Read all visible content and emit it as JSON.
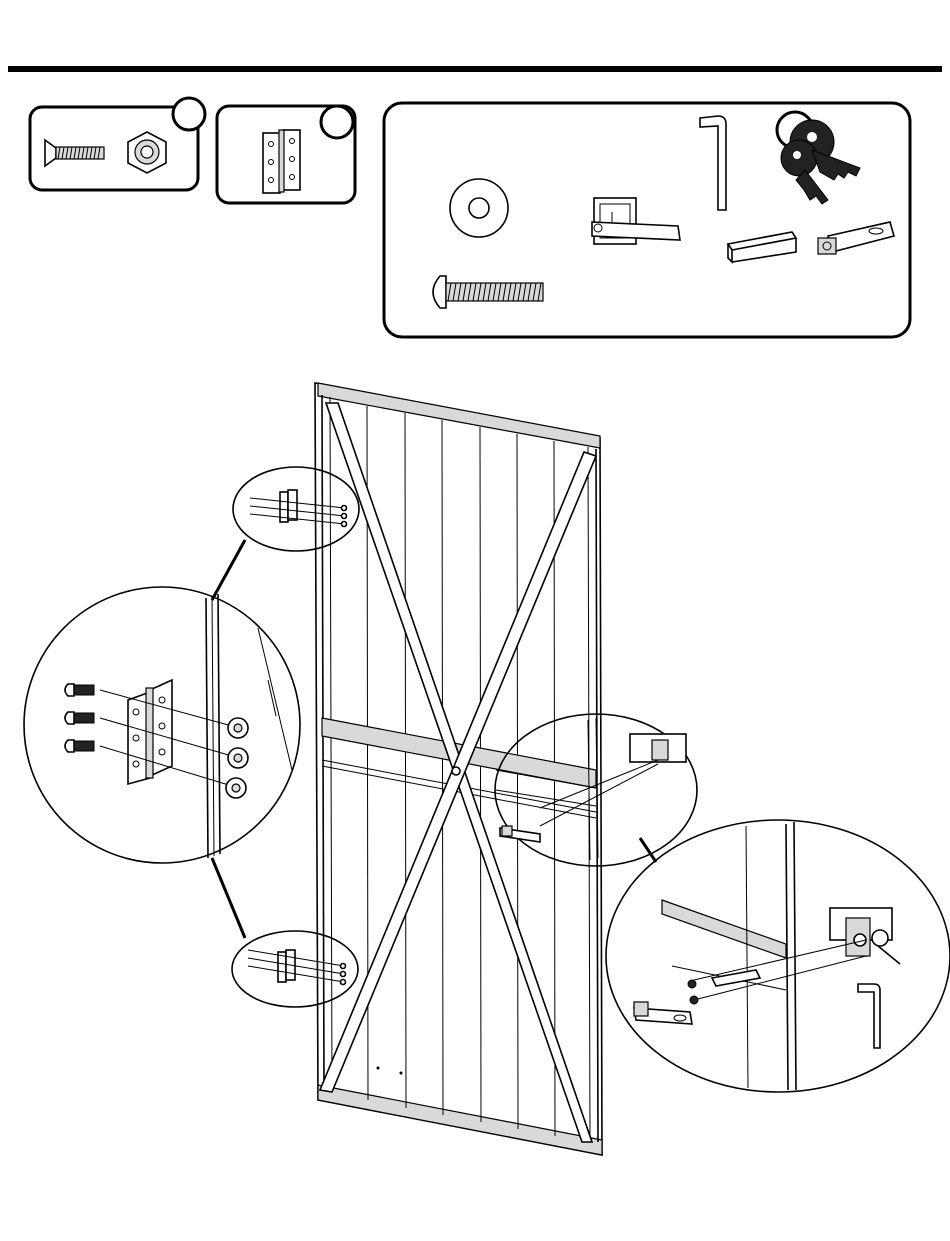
{
  "figure": {
    "kind": "door assembly instruction illustration",
    "header_rule": true
  },
  "parts_panels": [
    {
      "id": "fastener-kit",
      "items": [
        "flat-head-screw-icon",
        "hex-nut-icon"
      ],
      "badge": true
    },
    {
      "id": "hinge-kit",
      "items": [
        "hinge-icon"
      ],
      "badge": true
    },
    {
      "id": "handle-lock-kit",
      "items": [
        "washer-icon",
        "handle-icon",
        "allen-key-icon",
        "keys-icon",
        "square-shaft-icon",
        "latch-plate-icon",
        "bolt-icon"
      ]
    }
  ],
  "callouts": [
    "top-hinge-callout",
    "hinge-detail-callout",
    "bottom-hinge-callout",
    "handle-callout",
    "handle-detail-callout"
  ],
  "colors": {
    "ink": "#000000",
    "paper": "#ffffff",
    "shade": "#d9d9d9"
  }
}
